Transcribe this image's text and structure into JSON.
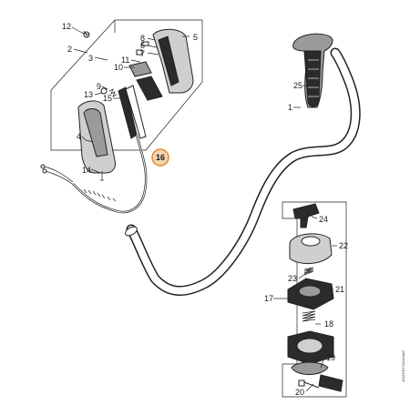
{
  "callouts": [
    {
      "id": "c12",
      "label": "12"
    },
    {
      "id": "c2",
      "label": "2"
    },
    {
      "id": "c3",
      "label": "3"
    },
    {
      "id": "c8",
      "label": "8"
    },
    {
      "id": "c6",
      "label": "6"
    },
    {
      "id": "c7",
      "label": "7"
    },
    {
      "id": "c5",
      "label": "5"
    },
    {
      "id": "c11",
      "label": "11"
    },
    {
      "id": "c10",
      "label": "10"
    },
    {
      "id": "c9",
      "label": "9"
    },
    {
      "id": "c13",
      "label": "13"
    },
    {
      "id": "c15",
      "label": "15"
    },
    {
      "id": "c4",
      "label": "4"
    },
    {
      "id": "c14",
      "label": "14"
    },
    {
      "id": "c16",
      "label": "16",
      "highlighted": true
    },
    {
      "id": "c25",
      "label": "25"
    },
    {
      "id": "c1",
      "label": "1"
    },
    {
      "id": "c24",
      "label": "24"
    },
    {
      "id": "c22",
      "label": "22"
    },
    {
      "id": "c23",
      "label": "23"
    },
    {
      "id": "c17",
      "label": "17"
    },
    {
      "id": "c21",
      "label": "21"
    },
    {
      "id": "c18",
      "label": "18"
    },
    {
      "id": "c19",
      "label": "19"
    },
    {
      "id": "c20",
      "label": "20"
    }
  ],
  "drawing_code": "4119GET141104A0",
  "colors": {
    "highlight_fill": "#f6d3b1",
    "highlight_stroke": "#e8862e",
    "line": "#222222",
    "background": "#ffffff"
  }
}
